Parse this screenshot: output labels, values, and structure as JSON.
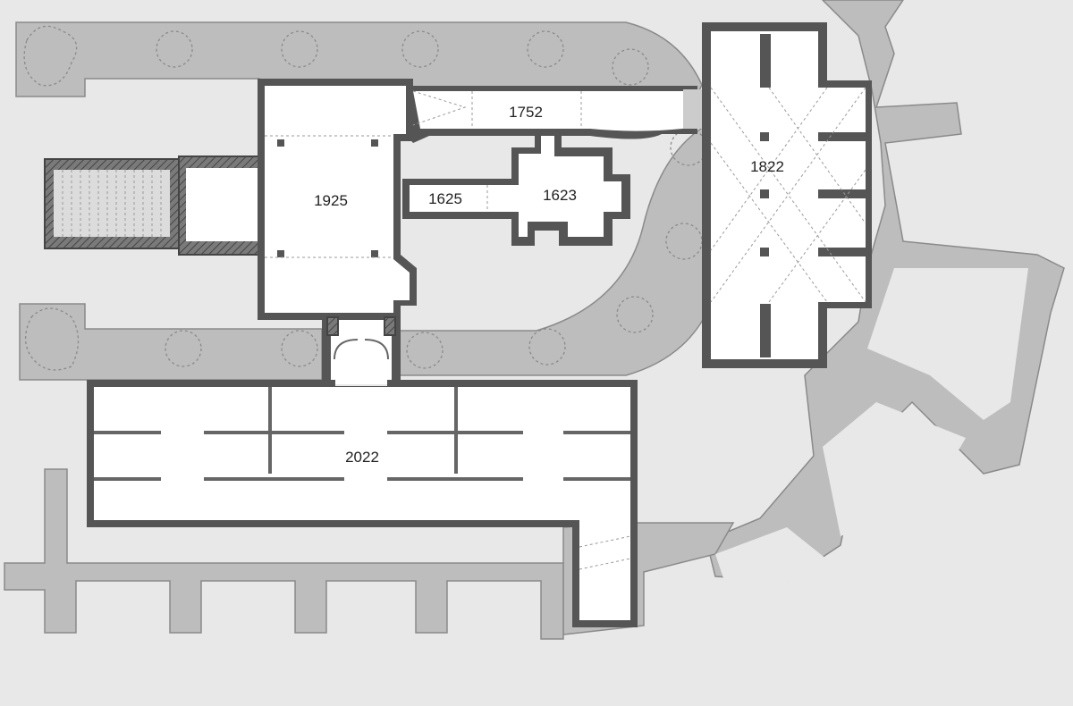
{
  "labels": {
    "r1752": "1752",
    "r1822": "1822",
    "r1925": "1925",
    "r1625": "1625",
    "r1623": "1623",
    "r2022": "2022"
  }
}
